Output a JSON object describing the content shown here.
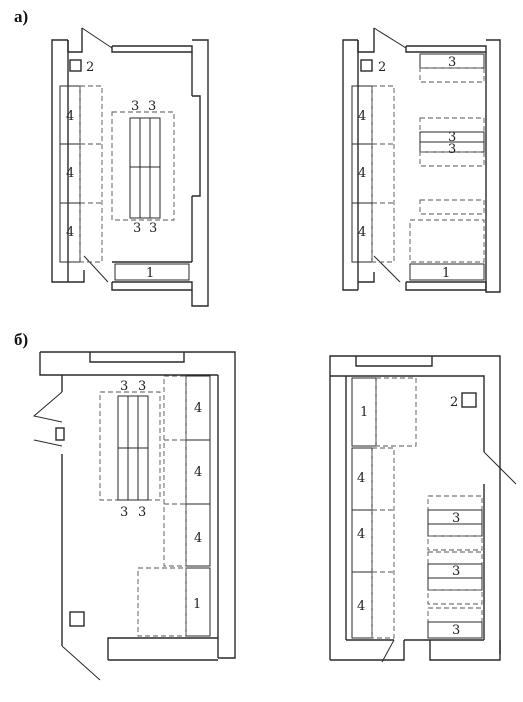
{
  "sections": [
    {
      "label": "а)",
      "plans": [
        {
          "name": "plan-a-left",
          "labels": {
            "cart": "2",
            "beds_left": [
              "4",
              "4",
              "4"
            ],
            "island_top": [
              "3",
              "3"
            ],
            "island_bottom": [
              "3",
              "3"
            ],
            "desk": "1"
          }
        },
        {
          "name": "plan-a-right",
          "labels": {
            "cart": "2",
            "beds_left": [
              "4",
              "4",
              "4"
            ],
            "right_units": [
              "3",
              "3",
              "3"
            ],
            "desk": "1"
          }
        }
      ]
    },
    {
      "label": "б)",
      "plans": [
        {
          "name": "plan-b-left",
          "labels": {
            "island_top": [
              "3",
              "3"
            ],
            "island_bottom": [
              "3",
              "3"
            ],
            "beds_right": [
              "4",
              "4",
              "4"
            ],
            "desk": "1"
          }
        },
        {
          "name": "plan-b-right",
          "labels": {
            "desk": "1",
            "cart": "2",
            "beds_left": [
              "4",
              "4",
              "4"
            ],
            "right_units": [
              "3",
              "3",
              "3"
            ]
          }
        }
      ]
    }
  ]
}
